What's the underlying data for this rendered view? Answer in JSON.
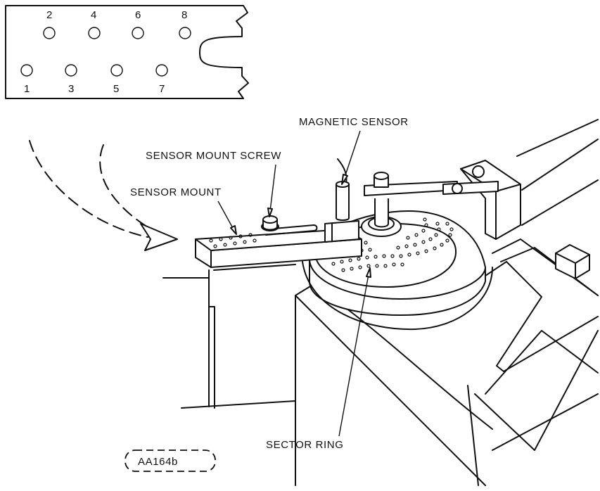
{
  "labels": {
    "magnetic_sensor": "MAGNETIC SENSOR",
    "sensor_mount_screw": "SENSOR MOUNT SCREW",
    "sensor_mount": "SENSOR MOUNT",
    "sector_ring": "SECTOR RING",
    "figure_id": "AA164b"
  },
  "mount_hole_numbers": {
    "upper_row": [
      "2",
      "4",
      "6",
      "8"
    ],
    "lower_row": [
      "1",
      "3",
      "5",
      "7"
    ]
  }
}
